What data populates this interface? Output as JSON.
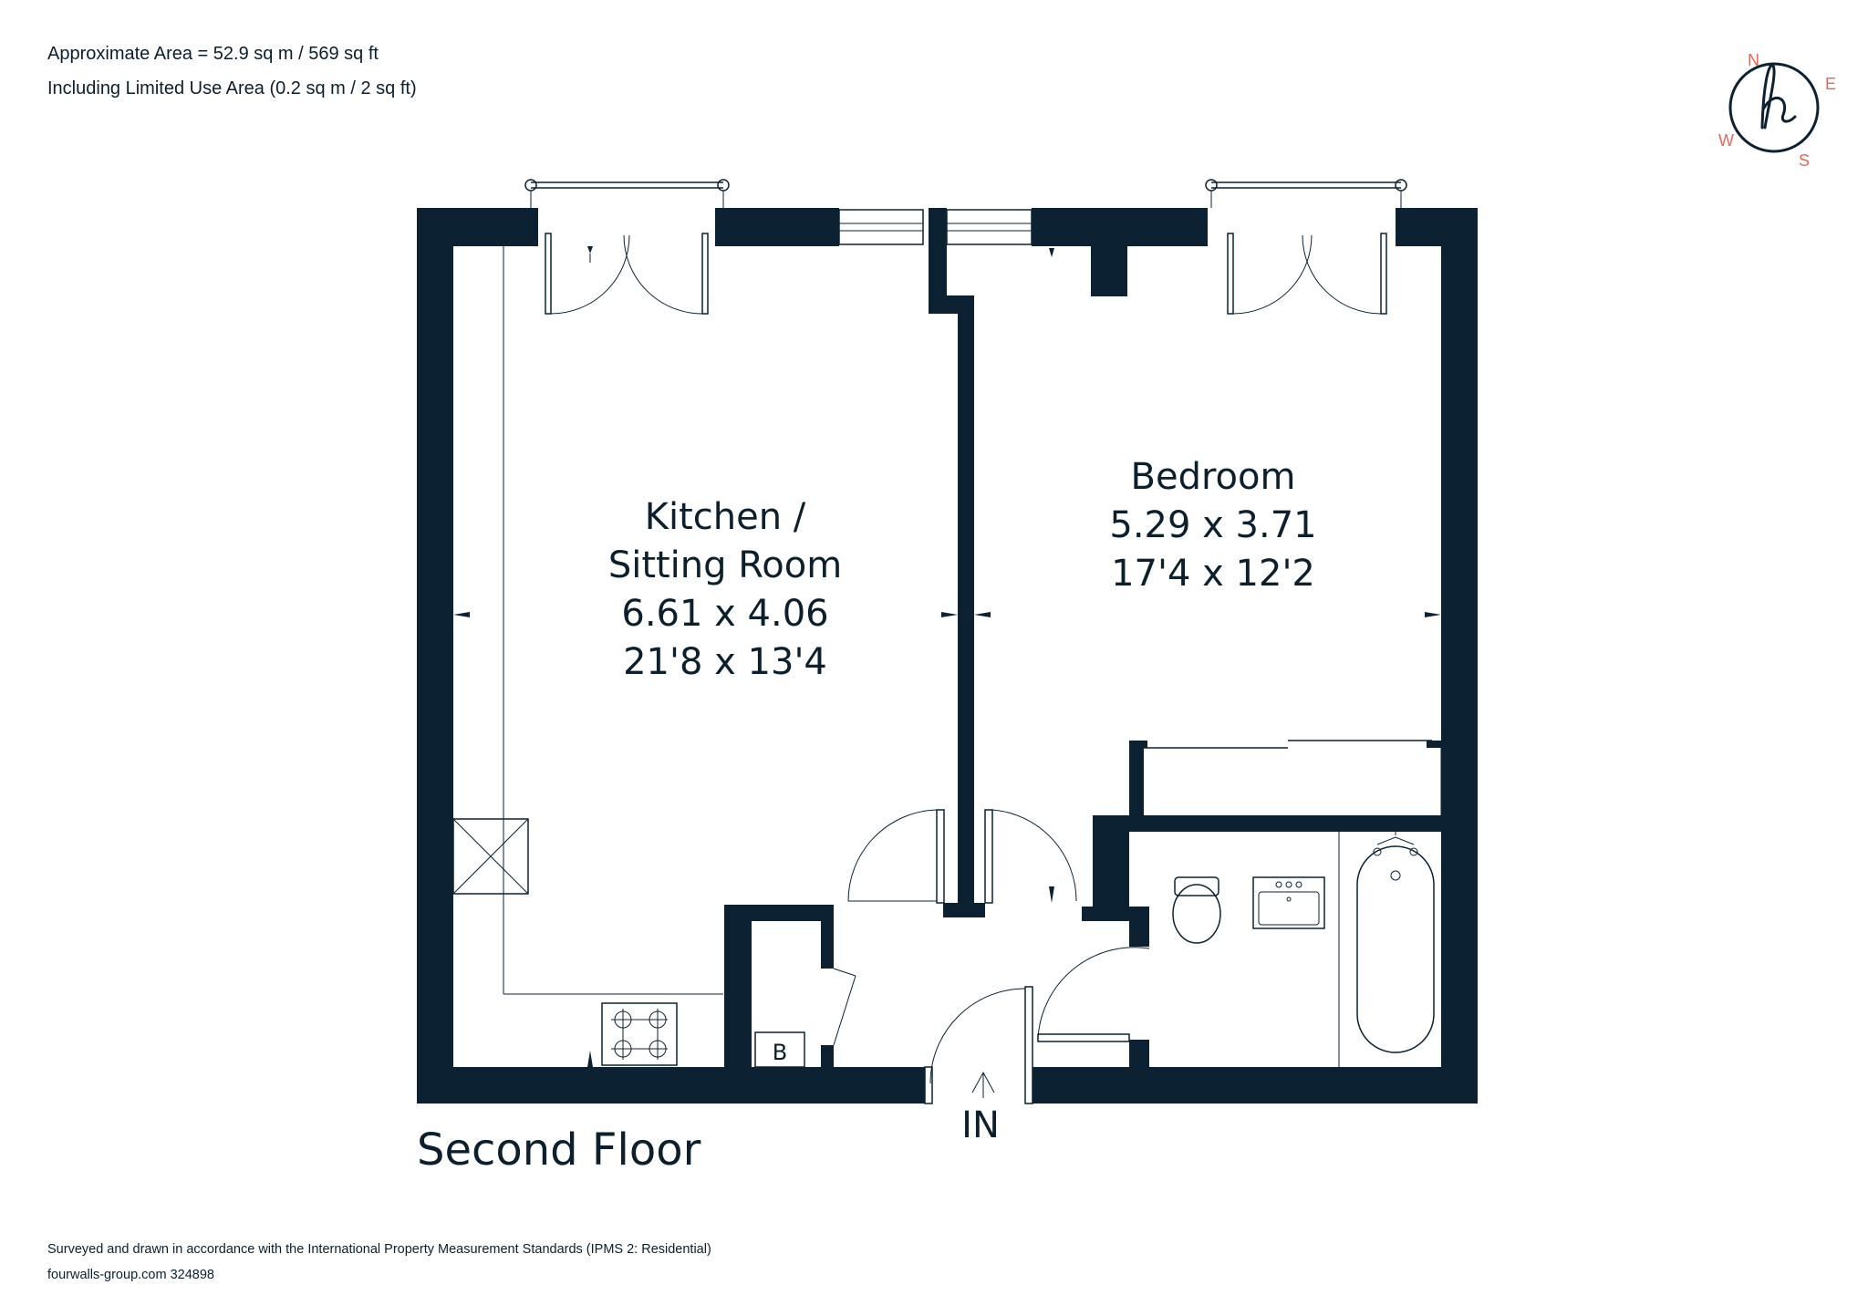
{
  "header": {
    "area_line": "Approximate Area = 52.9 sq m / 569 sq ft",
    "limited_use_line": "Including Limited Use Area (0.2 sq m / 2 sq ft)"
  },
  "compass": {
    "north": "N",
    "east": "E",
    "south": "S",
    "west": "W",
    "logo_glyph": "h",
    "accent_color": "#e4685a"
  },
  "rooms": {
    "kitchen": {
      "name_line1": "Kitchen /",
      "name_line2": "Sitting Room",
      "metric": "6.61 x 4.06",
      "imperial": "21'8 x 13'4"
    },
    "bedroom": {
      "name": "Bedroom",
      "metric": "5.29 x 3.71",
      "imperial": "17'4 x 12'2"
    },
    "cupboard_label": "B"
  },
  "entrance_label": "IN",
  "floor_label": "Second Floor",
  "footer": {
    "standards_line": "Surveyed and drawn in accordance with the International Property Measurement Standards (IPMS 2: Residential)",
    "reference_line": "fourwalls-group.com 324898"
  },
  "colors": {
    "wall": "#0c2233",
    "text": "#0b1f2d",
    "accent": "#e4685a"
  }
}
